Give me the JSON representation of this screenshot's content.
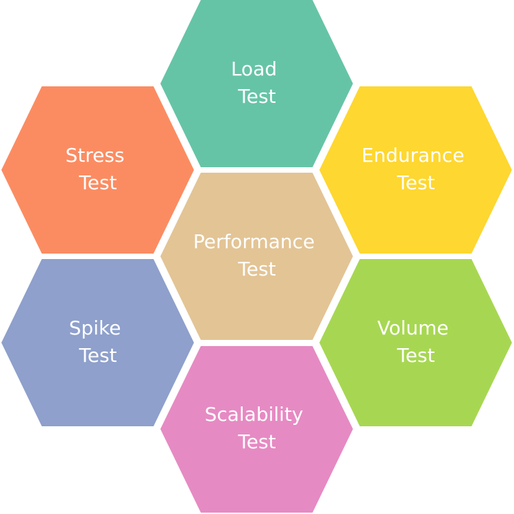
{
  "diagram": {
    "center": {
      "line1": "Performance",
      "line2": "Test",
      "color": "#e3c495"
    },
    "hexagons": [
      {
        "id": "load",
        "line1": "Load",
        "line2": "Test",
        "color": "#66c4a6"
      },
      {
        "id": "stress",
        "line1": "Stress",
        "line2": "Test",
        "color": "#fb8c62"
      },
      {
        "id": "endurance",
        "line1": "Endurance",
        "line2": "Test",
        "color": "#fed730"
      },
      {
        "id": "spike",
        "line1": "Spike",
        "line2": "Test",
        "color": "#8ea0cb"
      },
      {
        "id": "volume",
        "line1": "Volume",
        "line2": "Test",
        "color": "#a7d752"
      },
      {
        "id": "scalability",
        "line1": "Scalability",
        "line2": "Test",
        "color": "#e68ac3"
      }
    ]
  }
}
